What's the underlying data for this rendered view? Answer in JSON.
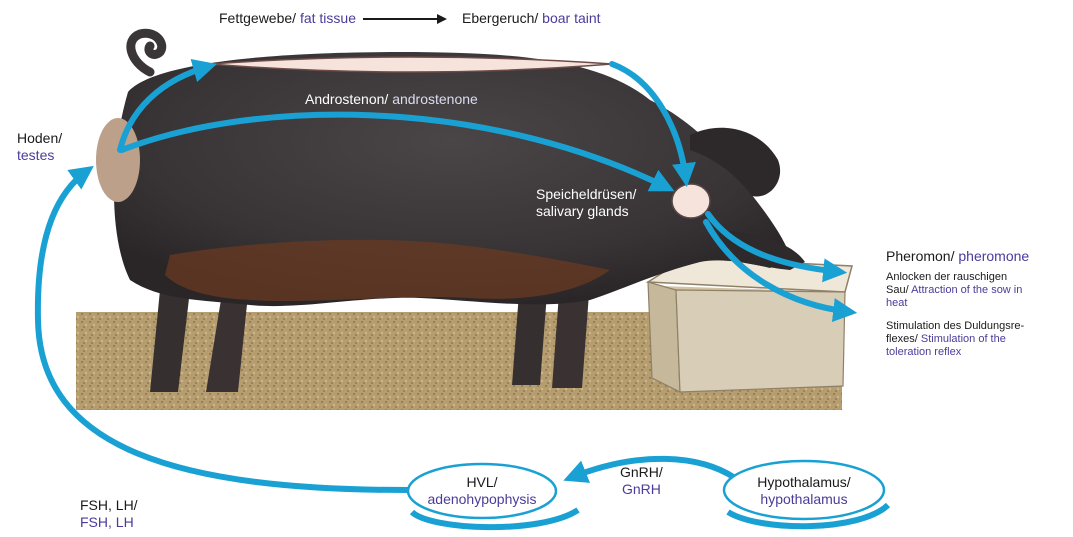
{
  "colors": {
    "arrow": "#1aa1d3",
    "english": "#4a3c9a",
    "german": "#1a1a1a",
    "pig_body": "#3d3a3c",
    "pig_belly": "#6a3a22",
    "ground": "#b69d70",
    "trough": "#d8cdb6"
  },
  "labels": {
    "fat_de": "Fettgewebe/",
    "fat_en": "fat tissue",
    "taint_de": "Ebergeruch/",
    "taint_en": "boar taint",
    "andro_de": "Androstenon/",
    "andro_en": "androstenone",
    "testes_de": "Hoden/",
    "testes_en": "testes",
    "saliva_de": "Speicheldrüsen/",
    "saliva_en": "salivary glands",
    "phero_de": "Pheromon/",
    "phero_en": "pheromone",
    "attract_de": "Anlocken der rauschigen",
    "attract_de2": "Sau/",
    "attract_en": "Attraction of the sow in",
    "attract_en2": "heat",
    "stim_de": "Stimulation des Duldungsre-",
    "stim_de2": "flexes/",
    "stim_en": "Stimulation of the",
    "stim_en2": "toleration reflex",
    "gnrh_de": "GnRH/",
    "gnrh_en": "GnRH",
    "fsh_de": "FSH, LH/",
    "fsh_en": "FSH, LH",
    "hvl_de": "HVL/",
    "hvl_en": "adenohypophysis",
    "hypo_de": "Hypothalamus/",
    "hypo_en": "hypothalamus"
  }
}
